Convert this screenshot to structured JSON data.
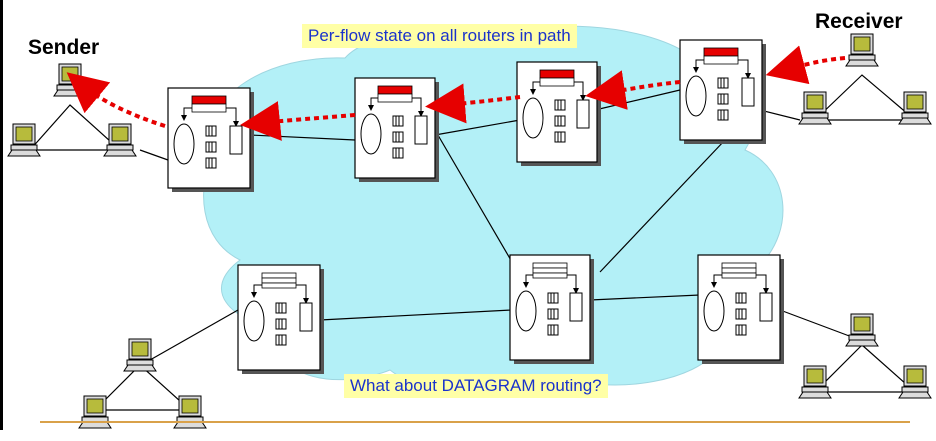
{
  "labels": {
    "sender": "Sender",
    "receiver": "Receiver",
    "top_note": "Per-flow state on all routers in path",
    "bottom_note": "What about DATAGRAM routing?"
  },
  "colors": {
    "cloud": "#b3f0f7",
    "state_table": "#e60000",
    "arrow": "#e60000",
    "note_bg": "#ffffa6",
    "note_text": "#1a33cc",
    "monitor": "#b7bb3c",
    "rule": "#d9a14a"
  },
  "routers": [
    {
      "id": "r1",
      "state": true
    },
    {
      "id": "r2",
      "state": true
    },
    {
      "id": "r3",
      "state": true
    },
    {
      "id": "r4",
      "state": true
    },
    {
      "id": "r5",
      "state": false
    },
    {
      "id": "r6",
      "state": false
    },
    {
      "id": "r7",
      "state": false
    }
  ],
  "hosts": [
    {
      "id": "sender-top"
    },
    {
      "id": "sender-left"
    },
    {
      "id": "sender-right"
    },
    {
      "id": "receiver-top"
    },
    {
      "id": "receiver-left"
    },
    {
      "id": "receiver-right"
    },
    {
      "id": "bl-top"
    },
    {
      "id": "bl-left"
    },
    {
      "id": "bl-right"
    },
    {
      "id": "br-top"
    },
    {
      "id": "br-left"
    },
    {
      "id": "br-right"
    }
  ]
}
